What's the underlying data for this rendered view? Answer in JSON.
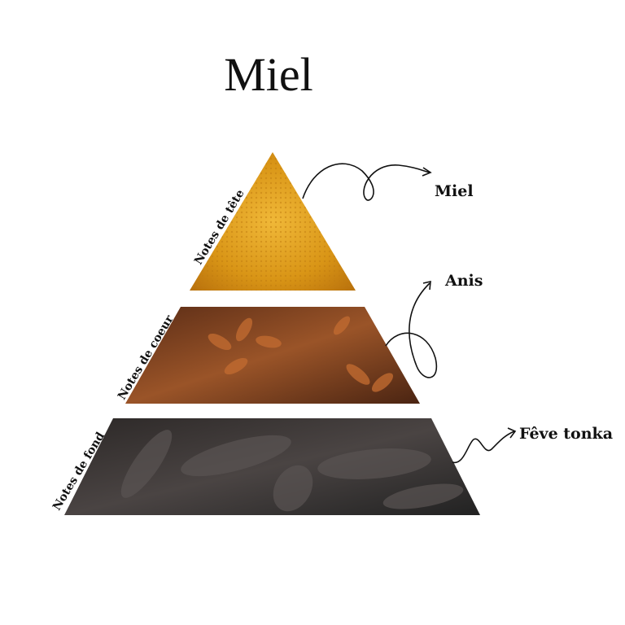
{
  "title": "Miel",
  "tiers": [
    {
      "label": "Notes de tête",
      "note": "Miel",
      "color": "#e0a020"
    },
    {
      "label": "Notes de coeur",
      "note": "Anis",
      "color": "#7a3e1e"
    },
    {
      "label": "Notes de fond",
      "note": "Fêve tonka",
      "color": "#3a3534"
    }
  ]
}
